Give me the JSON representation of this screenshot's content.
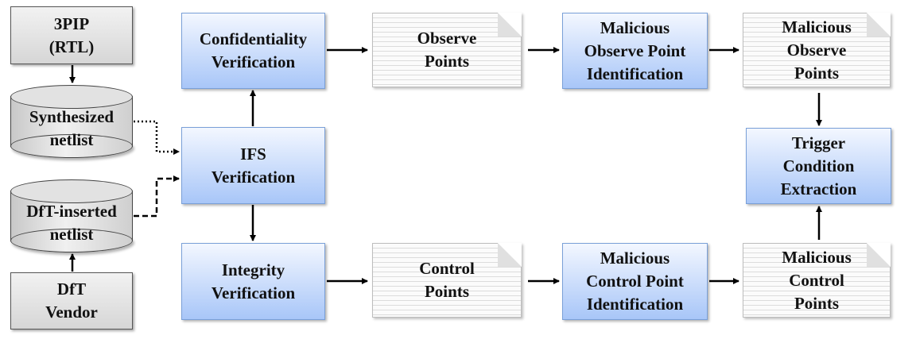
{
  "nodes": {
    "ip": "3PIP\n(RTL)",
    "synth": "Synthesized\nnetlist",
    "dft_inserted": "DfT-inserted\nnetlist",
    "dft_vendor": "DfT\nVendor",
    "confidentiality": "Confidentiality\nVerification",
    "ifs": "IFS\nVerification",
    "integrity": "Integrity\nVerification",
    "observe_points": "Observe\nPoints",
    "control_points": "Control\nPoints",
    "mal_obs_ident": "Malicious\nObserve Point\nIdentification",
    "mal_ctrl_ident": "Malicious\nControl Point\nIdentification",
    "mal_obs_points": "Malicious\nObserve\nPoints",
    "mal_ctrl_points": "Malicious\nControl\nPoints",
    "trigger": "Trigger\nCondition\nExtraction"
  }
}
